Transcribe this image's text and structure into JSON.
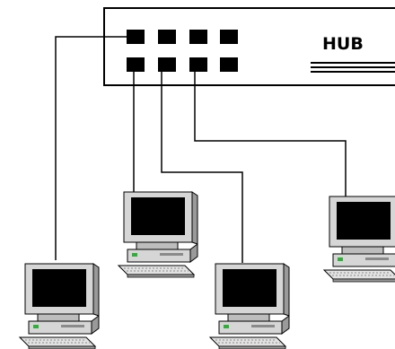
{
  "hub": {
    "label": "HUB",
    "port_count": 8
  },
  "computers": [
    {
      "id": "pc-1",
      "connected_port": 1
    },
    {
      "id": "pc-2",
      "connected_port": 5
    },
    {
      "id": "pc-3",
      "connected_port": 6
    },
    {
      "id": "pc-4",
      "connected_port": 7
    }
  ],
  "colors": {
    "line": "#000000",
    "screen": "#000000",
    "monitor_body": "#d6d6d6",
    "monitor_shade": "#9a9a9a",
    "keyboard": "#e2e2e2",
    "power_led": "#2fae3a"
  },
  "icons": [
    "hub-icon",
    "computer-icon",
    "network-cable"
  ]
}
